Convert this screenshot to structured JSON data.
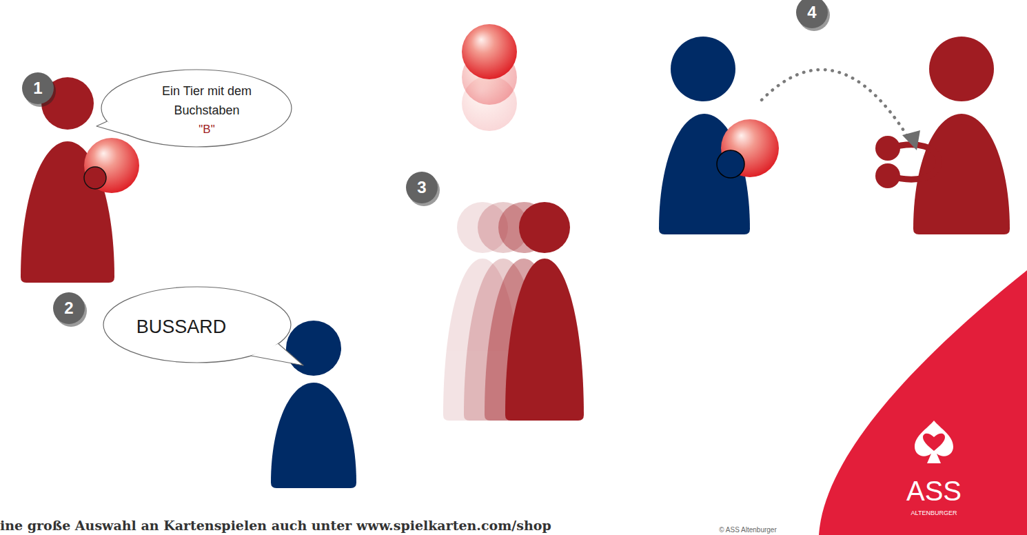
{
  "diagram": {
    "nodes": [
      {
        "text": [
          "Ein Tier mit dem Buchstaben",
          "\"B\""
        ]
      },
      {
        "text": [
          "BUSSARD"
        ]
      }
    ],
    "labels": [
      "1",
      "2",
      "3",
      "4",
      "ASS",
      "ALTENBURGER",
      "ine große Auswahl an Kartenspielen auch unter www.spielkarten.com/shop",
      "© ASS Altenburger"
    ]
  }
}
